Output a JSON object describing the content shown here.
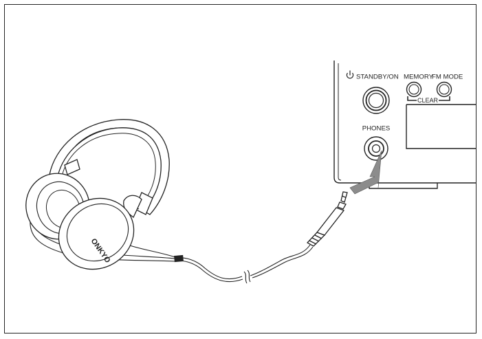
{
  "figure": {
    "labels": {
      "standby_on": "STANDBY/ON",
      "memory": "MEMORY",
      "fm_mode": "FM MODE",
      "clear": "CLEAR",
      "phones": "PHONES"
    },
    "brand": "ONKYO",
    "icons": {
      "power": "power-icon",
      "arrow": "insert-arrow-icon"
    },
    "colors": {
      "line": "#222222",
      "arrow": "#8c8c8c",
      "background": "#ffffff"
    }
  }
}
